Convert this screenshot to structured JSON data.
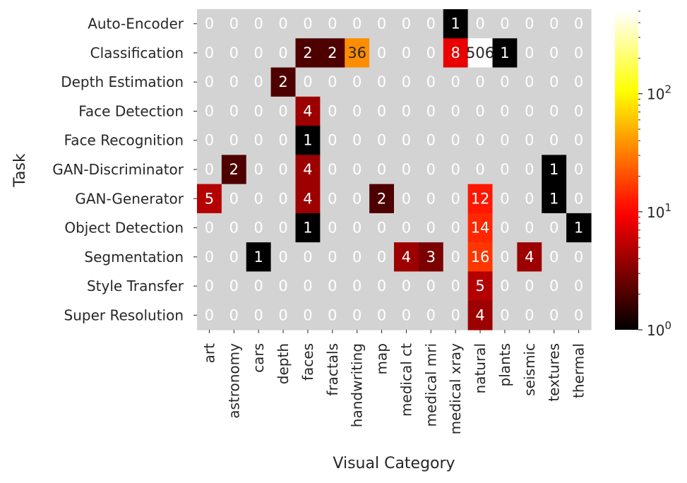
{
  "chart_data": {
    "type": "heatmap",
    "title": "",
    "xlabel": "Visual Category",
    "ylabel": "Task",
    "x_categories": [
      "art",
      "astronomy",
      "cars",
      "depth",
      "faces",
      "fractals",
      "handwriting",
      "map",
      "medical ct",
      "medical mri",
      "medical xray",
      "natural",
      "plants",
      "seismic",
      "textures",
      "thermal"
    ],
    "y_categories": [
      "Auto-Encoder",
      "Classification",
      "Depth Estimation",
      "Face Detection",
      "Face Recognition",
      "GAN-Discriminator",
      "GAN-Generator",
      "Object Detection",
      "Segmentation",
      "Style Transfer",
      "Super Resolution"
    ],
    "values": [
      [
        0,
        0,
        0,
        0,
        0,
        0,
        0,
        0,
        0,
        0,
        1,
        0,
        0,
        0,
        0,
        0
      ],
      [
        0,
        0,
        0,
        0,
        2,
        2,
        36,
        0,
        0,
        0,
        8,
        506,
        1,
        0,
        0,
        0
      ],
      [
        0,
        0,
        0,
        2,
        0,
        0,
        0,
        0,
        0,
        0,
        0,
        0,
        0,
        0,
        0,
        0
      ],
      [
        0,
        0,
        0,
        0,
        4,
        0,
        0,
        0,
        0,
        0,
        0,
        0,
        0,
        0,
        0,
        0
      ],
      [
        0,
        0,
        0,
        0,
        1,
        0,
        0,
        0,
        0,
        0,
        0,
        0,
        0,
        0,
        0,
        0
      ],
      [
        0,
        2,
        0,
        0,
        4,
        0,
        0,
        0,
        0,
        0,
        0,
        0,
        0,
        0,
        1,
        0
      ],
      [
        5,
        0,
        0,
        0,
        4,
        0,
        0,
        2,
        0,
        0,
        0,
        12,
        0,
        0,
        1,
        0
      ],
      [
        0,
        0,
        0,
        0,
        1,
        0,
        0,
        0,
        0,
        0,
        0,
        14,
        0,
        0,
        0,
        1
      ],
      [
        0,
        0,
        1,
        0,
        0,
        0,
        0,
        0,
        4,
        3,
        0,
        16,
        0,
        4,
        0,
        0
      ],
      [
        0,
        0,
        0,
        0,
        0,
        0,
        0,
        0,
        0,
        0,
        0,
        5,
        0,
        0,
        0,
        0
      ],
      [
        0,
        0,
        0,
        0,
        0,
        0,
        0,
        0,
        0,
        0,
        0,
        4,
        0,
        0,
        0,
        0
      ]
    ],
    "colormap": "hot",
    "color_scale": "log",
    "color_range": [
      1,
      506
    ],
    "zero_color": "#d3d3d3",
    "colorbar": {
      "ticks": [
        {
          "value": 1,
          "base": "10",
          "exp": "0"
        },
        {
          "value": 10,
          "base": "10",
          "exp": "1"
        },
        {
          "value": 100,
          "base": "10",
          "exp": "2"
        }
      ]
    },
    "grid": false,
    "legend": "colorbar-right"
  }
}
